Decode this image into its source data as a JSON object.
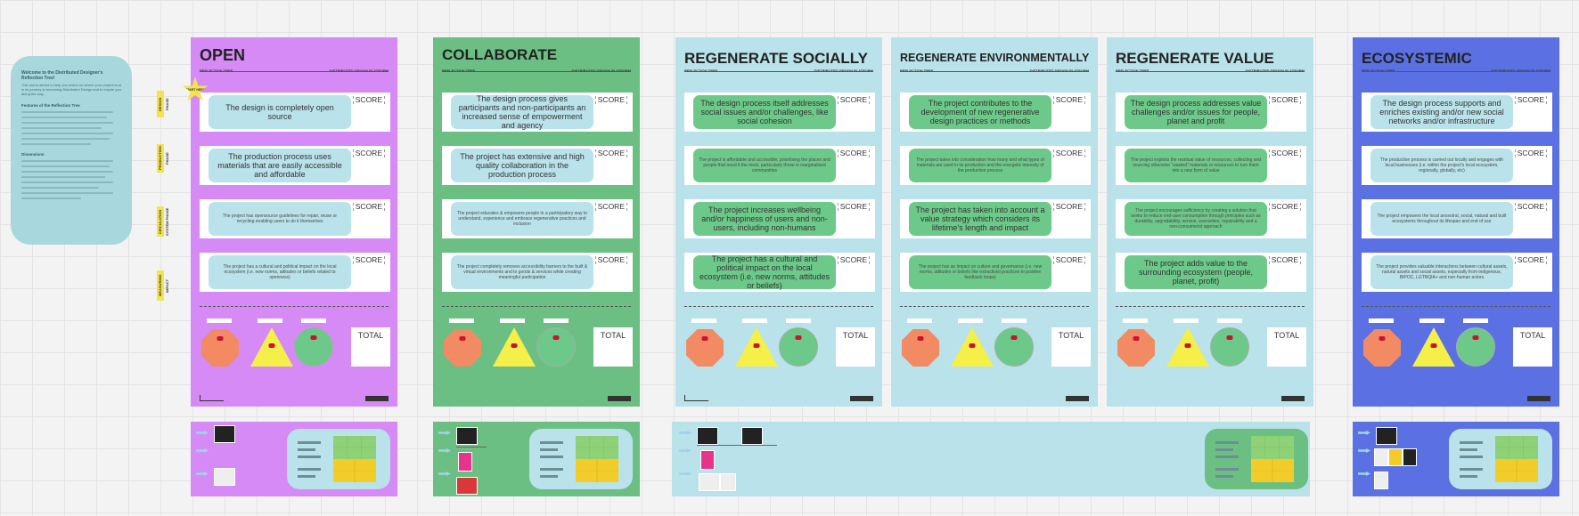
{
  "intro": {
    "title": "Welcome to the Distributed Designer's Reflection Tree!",
    "subtitle": "This tool is aimed to help you reflect on where your project is at in its journey to becoming Distributed Design and to inspire you along the way.",
    "features_heading": "Features of the Reflection Tree",
    "dimensions_heading": "Dimensions"
  },
  "side_tags": [
    "DESIGN PHASE",
    "PRODUCTION PHASE",
    "CIRCULATION SYSTEM PHASE",
    "MEASURING IMPACT"
  ],
  "start_label": "START HERE",
  "reflection_label": "REFLECTION TREE",
  "platform_label": "DISTRIBUTED DESIGN PLATFORM",
  "score_label": "SCORE",
  "total_label": "TOTAL",
  "cards": [
    {
      "title": "OPEN",
      "statements": [
        "The design is completely open source",
        "The production process uses materials that are easily accessible and affordable",
        "The project has opensource guidelines for repair, reuse or recycling enabling users to do it themselves",
        "The project has a cultural and political impact on the local ecosystem (i.e. new norms, attitudes or beliefs related to openness)"
      ]
    },
    {
      "title": "COLLABORATE",
      "statements": [
        "The design process gives participants and non-participants an increased sense of empowerment and agency",
        "The project has extensive and high quality collaboration in the production process",
        "The project educates & empowers people in a participatory way to understand, experience and embrace regenerative practices and inclusion",
        "The project completely removes accessibility barriers to the built & virtual environments and to goods & services while creating meaningful participation"
      ]
    },
    {
      "title": "REGENERATE SOCIALLY",
      "statements": [
        "The design process itself addresses social issues and/or challenges, like social cohesion",
        "The project is affordable and accessible, prioritising the places and people that need it the most, particularly those in marginalised communities",
        "The project increases wellbeing and/or happiness of users and non-users, including non-humans",
        "The project has a cultural and political impact on the local ecosystem (i.e. new norms, attitudes or beliefs)"
      ]
    },
    {
      "title": "REGENERATE ENVIRONMENTALLY",
      "statements": [
        "The project contributes to the development of new regenerative design practices or methods",
        "The project takes into consideration how many and what types of materials are used in its production and the energetic intensity of the production process",
        "The project has taken into account a value strategy which considers its lifetime's length and impact",
        "The project has an impact on culture and governance (i.e. new norms, attitudes or beliefs like extractivist practices to positive feedback loops)"
      ]
    },
    {
      "title": "REGENERATE VALUE",
      "statements": [
        "The design process addresses value challenges and/or issues for people, planet and profit",
        "The project exploits the residual value of resources, collecting and sourcing otherwise \"wasted\" materials or resources to turn them into a new form of value",
        "The project encourages sufficiency by creating a solution that seeks to reduce end-user consumption through principles such as durability, upgradability, service, warranties, repairability and a non-consumerist approach",
        "The project adds value to the surrounding ecosystem (people, planet, profit)"
      ]
    },
    {
      "title": "ECOSYSTEMIC",
      "statements": [
        "The design process supports and enriches existing and/or new social networks and/or infrastructure",
        "The production process is carried out locally and engages with local businesses (i.e. within the project's local ecosystem, regionally, globally, etc)",
        "The project empowers the local ancestral, social, natural and built ecosystems throughout its lifespan and end of use",
        "The project provides valuable interactions between cultural assets, natural assets and social assets, especially from indigenous, BIPOC, LGTBQIA+ and non-human actors"
      ]
    }
  ],
  "colors": {
    "open": "#d58af5",
    "collaborate": "#6bbf83",
    "regenerate": "#b9e2ea",
    "ecosystemic": "#5b70e3",
    "pill_blue": "#b9e2ea",
    "pill_green": "#6cc98a"
  }
}
